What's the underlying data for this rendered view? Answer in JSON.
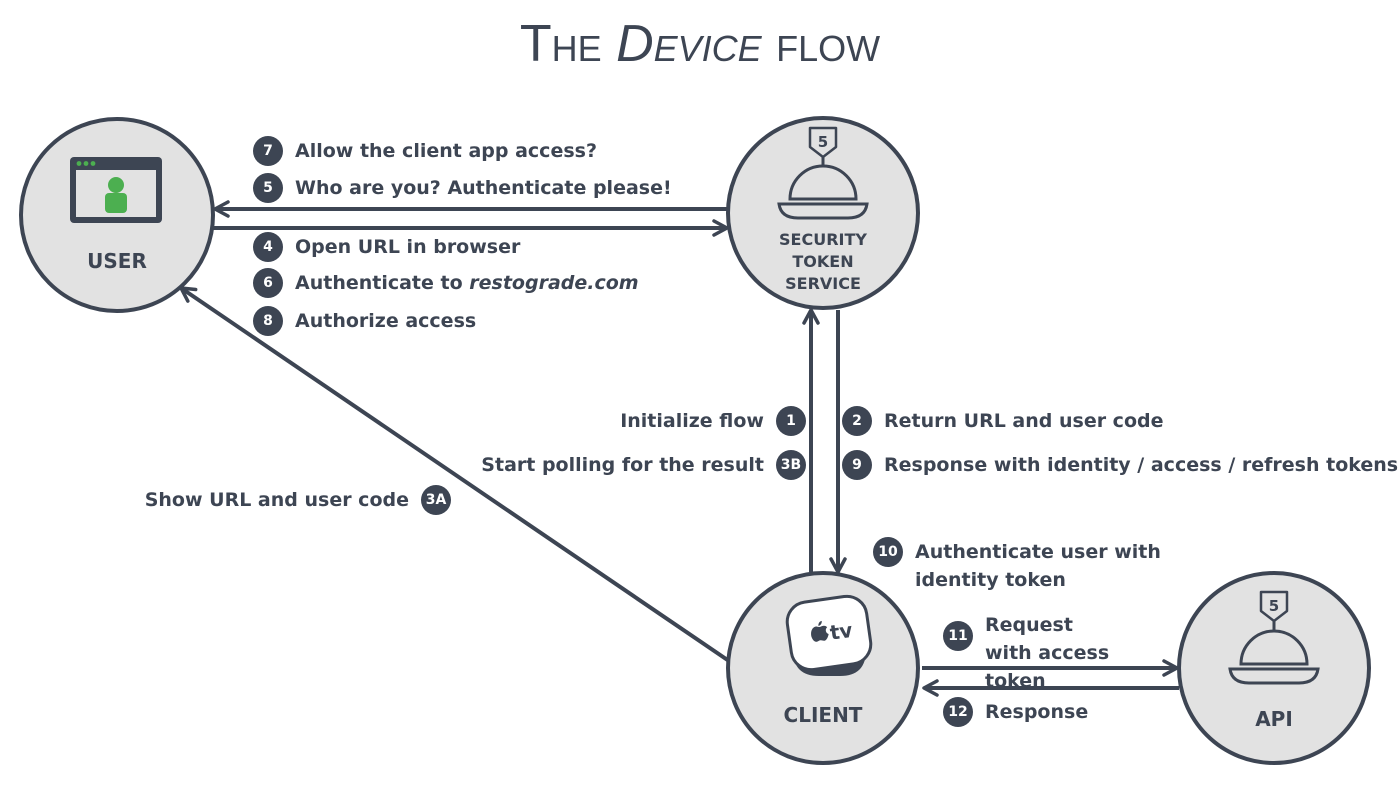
{
  "title": {
    "part1": "The ",
    "part2": "Device",
    "part3": " flow"
  },
  "nodes": {
    "user": {
      "label": "USER"
    },
    "sts": {
      "label_line1": "SECURITY",
      "label_line2": "TOKEN",
      "label_line3": "SERVICE",
      "badge": "5"
    },
    "client": {
      "label": "CLIENT",
      "device_text": "tv"
    },
    "api": {
      "label": "API",
      "badge": "5"
    }
  },
  "steps": {
    "s7": {
      "num": "7",
      "text": "Allow the client app access?"
    },
    "s5": {
      "num": "5",
      "text": "Who are you? Authenticate please!"
    },
    "s4": {
      "num": "4",
      "text": "Open URL in browser"
    },
    "s6": {
      "num": "6",
      "text_prefix": "Authenticate to ",
      "text_domain": "restograde.com"
    },
    "s8": {
      "num": "8",
      "text": "Authorize access"
    },
    "s1": {
      "num": "1",
      "text": "Initialize flow"
    },
    "s3b": {
      "num": "3B",
      "text": "Start polling for the result"
    },
    "s3a": {
      "num": "3A",
      "text": "Show URL and user code"
    },
    "s2": {
      "num": "2",
      "text": "Return URL and user code"
    },
    "s9": {
      "num": "9",
      "text": "Response with identity / access / refresh tokens"
    },
    "s10": {
      "num": "10",
      "text": "Authenticate user with identity token"
    },
    "s11": {
      "num": "11",
      "text": "Request with access token"
    },
    "s12": {
      "num": "12",
      "text": "Response"
    }
  },
  "colors": {
    "dark": "#3d4553",
    "circle_fill": "#e2e2e2",
    "user_icon": "#4caf50"
  }
}
